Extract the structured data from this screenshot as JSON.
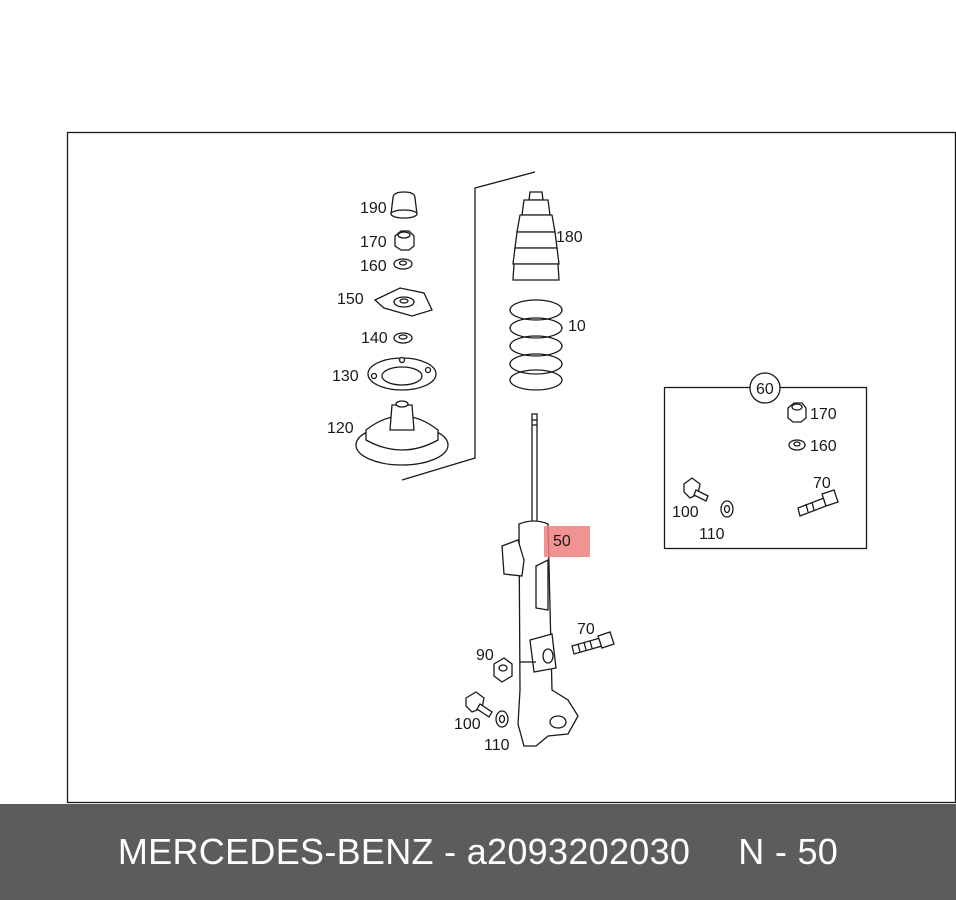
{
  "labels": {
    "p190": "190",
    "p170": "170",
    "p160": "160",
    "p150": "150",
    "p140": "140",
    "p130": "130",
    "p120": "120",
    "p180": "180",
    "p10": "10",
    "p50": "50",
    "p90": "90",
    "p70": "70",
    "p100": "100",
    "p110": "110"
  },
  "inset": {
    "badge": "60",
    "p170": "170",
    "p160": "160",
    "p70": "70",
    "p100": "100",
    "p110": "110"
  },
  "footer": {
    "brand_part": "MERCEDES-BENZ - a2093202030",
    "position": "N - 50"
  },
  "colors": {
    "highlight": "#f08080",
    "footer_bg": "#5c5c5c"
  }
}
